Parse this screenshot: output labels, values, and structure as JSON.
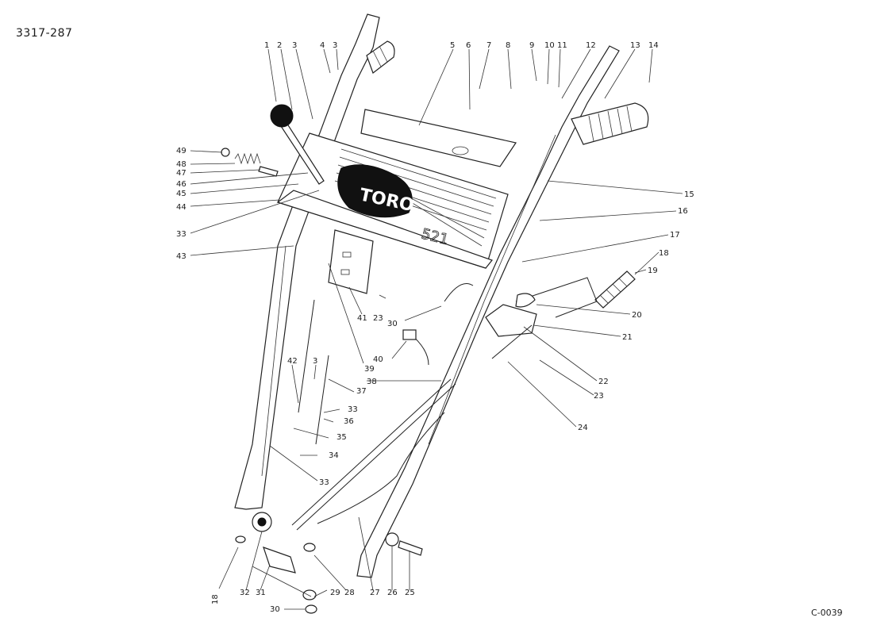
{
  "drawing_number": "3317-287",
  "drawing_code": "C-0039",
  "brand": {
    "logo_text": "TORO",
    "model_text": "521"
  },
  "callouts": [
    "1",
    "2",
    "3",
    "4",
    "3",
    "5",
    "6",
    "7",
    "8",
    "9",
    "10",
    "11",
    "12",
    "13",
    "14",
    "15",
    "16",
    "17",
    "18",
    "19",
    "20",
    "21",
    "22",
    "23",
    "24",
    "49",
    "48",
    "47",
    "46",
    "45",
    "44",
    "33",
    "43",
    "41",
    "23",
    "30",
    "40",
    "39",
    "42",
    "3",
    "38",
    "37",
    "33",
    "36",
    "35",
    "34",
    "33",
    "18",
    "32",
    "31",
    "30",
    "29",
    "28",
    "27",
    "26",
    "25"
  ]
}
